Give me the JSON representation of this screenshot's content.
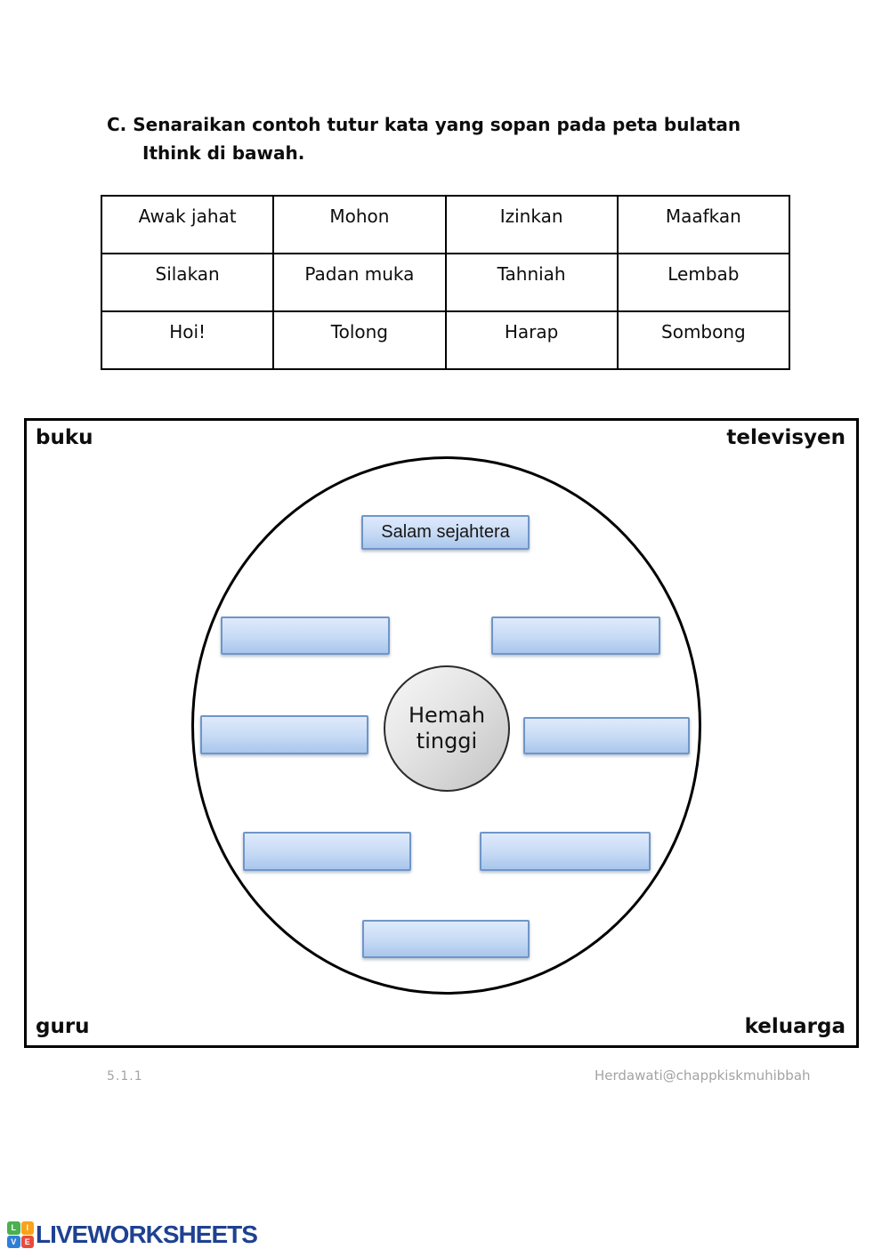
{
  "heading": {
    "line1": "C. Senaraikan contoh tutur kata yang sopan pada  peta bulatan",
    "line2": "Ithink di bawah."
  },
  "word_table": {
    "rows": [
      [
        "Awak jahat",
        "Mohon",
        "Izinkan",
        "Maafkan"
      ],
      [
        "Silakan",
        "Padan muka",
        "Tahniah",
        "Lembab"
      ],
      [
        "Hoi!",
        "Tolong",
        "Harap",
        "Sombong"
      ]
    ]
  },
  "bubble_map": {
    "corner_top_left": "buku",
    "corner_top_right": "televisyen",
    "corner_bottom_left": "guru",
    "corner_bottom_right": "keluarga",
    "center_line1": "Hemah",
    "center_line2": "tinggi",
    "filled_answer": "Salam sejahtera",
    "empty_answer_count": 7
  },
  "footer": {
    "ref_code": "5.1.1",
    "credit": "Herdawati@chappkiskmuhibbah"
  },
  "brand": {
    "logo_letters": [
      "L",
      "I",
      "V",
      "E"
    ],
    "logo_text": "LIVEWORKSHEETS",
    "text_color": "#1e4191"
  },
  "colors": {
    "answer_box_border": "#6e96c8",
    "answer_box_fill_top": "#dfeafb",
    "answer_box_fill_bottom": "#a9c6ec",
    "center_circle_fill": "#d9d9d9",
    "frame_border": "#000000"
  }
}
